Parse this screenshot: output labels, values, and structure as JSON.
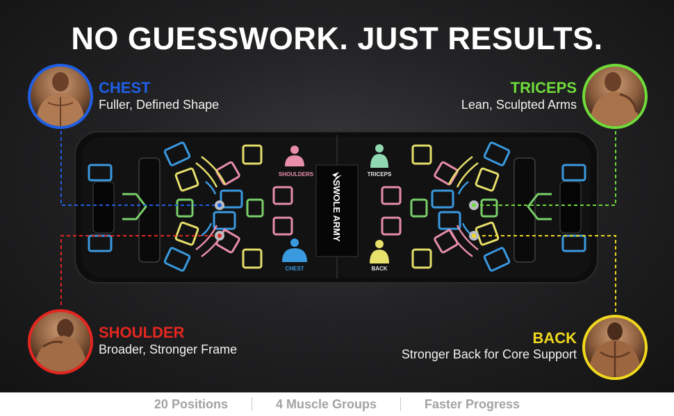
{
  "headline": "NO GUESSWORK. JUST RESULTS.",
  "colors": {
    "chest": "#1f5fe6",
    "triceps": "#6fdc3a",
    "shoulder": "#e52620",
    "back": "#f0d81e"
  },
  "callouts": {
    "chest": {
      "title": "CHEST",
      "desc": "Fuller, Defined Shape"
    },
    "triceps": {
      "title": "TRICEPS",
      "desc": "Lean, Sculpted Arms"
    },
    "shoulder": {
      "title": "SHOULDER",
      "desc": "Broader, Stronger Frame"
    },
    "back": {
      "title": "BACK",
      "desc": "Stronger Back for Core Support"
    }
  },
  "board": {
    "brand": "SWOLE ARMY",
    "labels": {
      "shoulders": "SHOULDERS",
      "triceps": "TRICEPS",
      "chest": "CHEST",
      "back": "BACK"
    }
  },
  "footer": [
    "20 Positions",
    "4 Muscle Groups",
    "Faster Progress"
  ]
}
